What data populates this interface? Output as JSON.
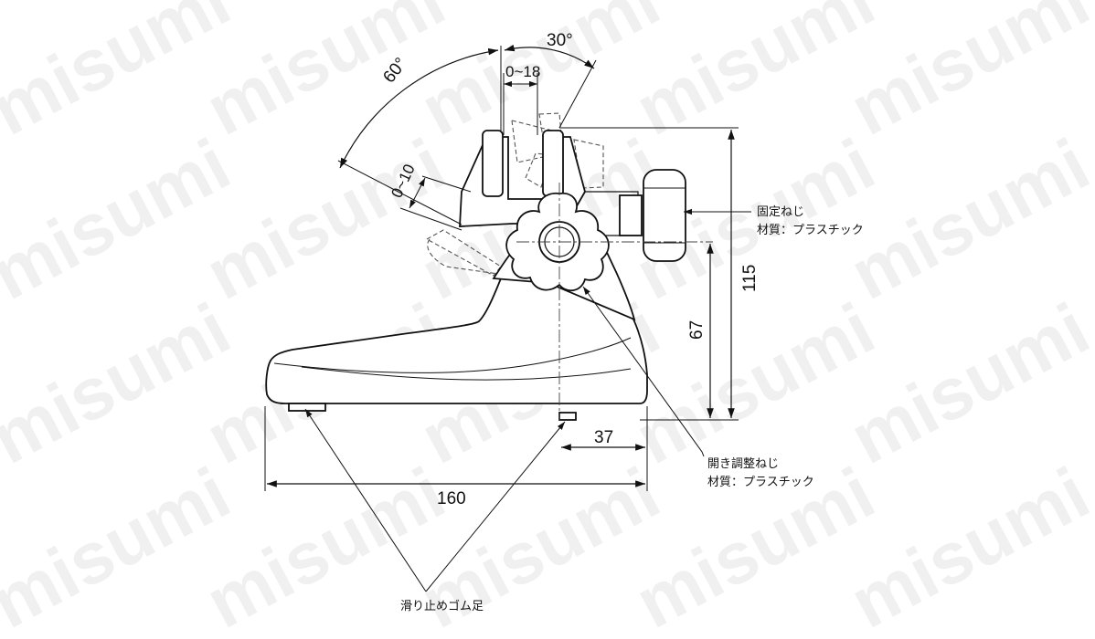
{
  "watermark": {
    "text": "misumi"
  },
  "dimensions": {
    "angle_open": "60°",
    "angle_tilt": "30°",
    "range_gap": "0~18",
    "range_clamp": "0~10",
    "height_total": "115",
    "height_center": "67",
    "offset_center": "37",
    "base_length": "160"
  },
  "callouts": {
    "fixing_screw": {
      "name": "固定ねじ",
      "material": "材質：プラスチック"
    },
    "adjust_screw": {
      "name": "開き調整ねじ",
      "material": "材質：プラスチック"
    },
    "rubber_feet": {
      "name": "滑り止めゴム足"
    }
  }
}
